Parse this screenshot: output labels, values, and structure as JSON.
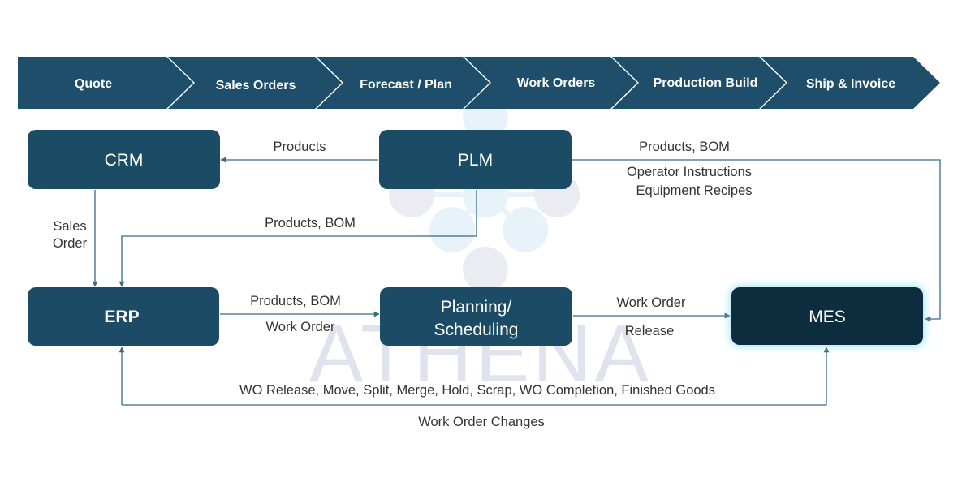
{
  "process_steps": [
    {
      "label": "Quote"
    },
    {
      "label": "Sales Orders"
    },
    {
      "label": "Forecast / Plan"
    },
    {
      "label": "Work Orders"
    },
    {
      "label": "Production Build"
    },
    {
      "label": "Ship & Invoice"
    }
  ],
  "systems": {
    "crm": "CRM",
    "plm": "PLM",
    "erp": "ERP",
    "planning_line1": "Planning/",
    "planning_line2": "Scheduling",
    "mes": "MES"
  },
  "flows": {
    "plm_to_crm": "Products",
    "plm_to_mes_line1": "Products, BOM",
    "plm_to_mes_line2": "Operator Instructions",
    "plm_to_mes_line3": "Equipment Recipes",
    "crm_to_erp_line1": "Sales",
    "crm_to_erp_line2": "Order",
    "plm_to_erp": "Products, BOM",
    "erp_to_planning_top": "Products, BOM",
    "erp_to_planning_bottom": "Work Order",
    "planning_to_mes_top": "Work Order",
    "planning_to_mes_bottom": "Release",
    "mes_to_erp_events": "WO Release, Move, Split, Merge, Hold, Scrap, WO Completion, Finished Goods",
    "erp_to_mes_changes": "Work Order Changes"
  },
  "watermark": {
    "text": "ATHENA"
  },
  "colors": {
    "system_box": "#1b4b65",
    "mes_box": "#0d2c3d",
    "mes_glow": "#7fd8ea",
    "chevron": "#1e4e69",
    "wire": "#3a6a84",
    "watermark": "#dfe3ed"
  }
}
